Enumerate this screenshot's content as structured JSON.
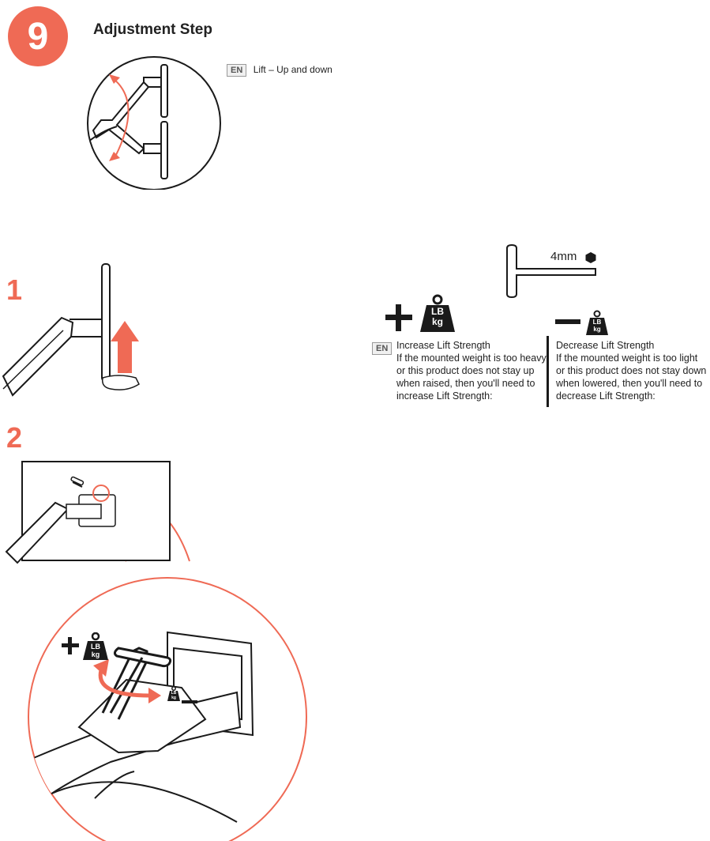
{
  "step": {
    "number": "9",
    "title": "Adjustment Step"
  },
  "lift_note": {
    "lang": "EN",
    "text": "Lift – Up and down"
  },
  "substeps": {
    "one": "1",
    "two": "2"
  },
  "tool": {
    "size_label": "4mm"
  },
  "weight_icon": {
    "top": "LB",
    "bottom": "kg"
  },
  "increase": {
    "lang": "EN",
    "heading": "Increase Lift Strength",
    "lines": [
      "If the mounted weight is too heavy",
      "or this product does not stay up",
      "when raised, then you'll need to",
      "increase Lift Strength:"
    ]
  },
  "decrease": {
    "heading": "Decrease Lift Strength",
    "lines": [
      "If the mounted weight is too light",
      "or this product does not stay down",
      "when lowered, then you'll need to",
      "decrease Lift Strength:"
    ]
  },
  "colors": {
    "accent": "#ef6a55",
    "ink": "#1a1a1a"
  }
}
